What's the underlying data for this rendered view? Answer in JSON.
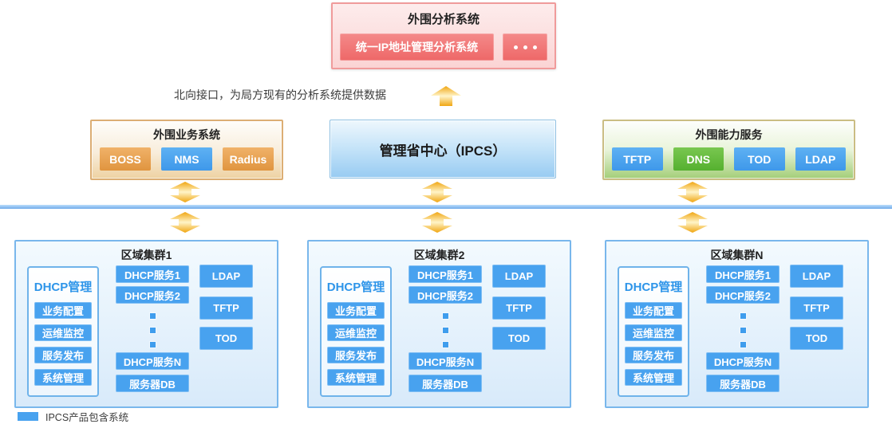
{
  "top_system": {
    "title": "外围分析系统",
    "main_system": "统一IP地址管理分析系统",
    "more_label": "···"
  },
  "north_note": "北向接口，为局方现有的分析系统提供数据",
  "middle_row": {
    "business": {
      "title": "外围业务系统",
      "items": [
        "BOSS",
        "NMS",
        "Radius"
      ]
    },
    "center": {
      "title": "管理省中心（IPCS）"
    },
    "capability": {
      "title": "外围能力服务",
      "items": [
        "TFTP",
        "DNS",
        "TOD",
        "LDAP"
      ]
    }
  },
  "clusters": [
    {
      "title": "区域集群1",
      "management": {
        "title": "DHCP管理",
        "items": [
          "业务配置",
          "运维监控",
          "服务发布",
          "系统管理"
        ]
      },
      "services_top": [
        "DHCP服务1",
        "DHCP服务2"
      ],
      "services_bottom": [
        "DHCP服务N",
        "服务器DB"
      ],
      "side_services": [
        "LDAP",
        "TFTP",
        "TOD"
      ]
    },
    {
      "title": "区域集群2",
      "management": {
        "title": "DHCP管理",
        "items": [
          "业务配置",
          "运维监控",
          "服务发布",
          "系统管理"
        ]
      },
      "services_top": [
        "DHCP服务1",
        "DHCP服务2"
      ],
      "services_bottom": [
        "DHCP服务N",
        "服务器DB"
      ],
      "side_services": [
        "LDAP",
        "TFTP",
        "TOD"
      ]
    },
    {
      "title": "区域集群N",
      "management": {
        "title": "DHCP管理",
        "items": [
          "业务配置",
          "运维监控",
          "服务发布",
          "系统管理"
        ]
      },
      "services_top": [
        "DHCP服务1",
        "DHCP服务2"
      ],
      "services_bottom": [
        "DHCP服务N",
        "服务器DB"
      ],
      "side_services": [
        "LDAP",
        "TFTP",
        "TOD"
      ]
    }
  ],
  "legend": {
    "label": "IPCS产品包含系统"
  },
  "icons": {
    "north_arrow": "up-arrow",
    "link_arrow": "up-down-double-arrow",
    "services_ellipsis": "vertical-dots",
    "more_button": "horizontal-dots"
  },
  "colors": {
    "blue_button": "#48a2ef",
    "green_button": "#5cb838",
    "orange_button": "#e8a354",
    "red_button": "#f07777",
    "pink_panel_border": "#f09b9b",
    "cluster_border": "#79b7ec",
    "divider_blue": "#6fabea",
    "arrow_gold": "#f2a912"
  }
}
